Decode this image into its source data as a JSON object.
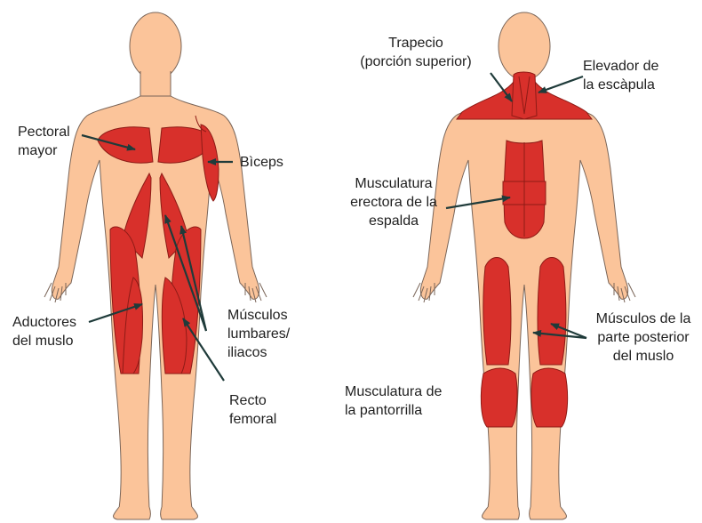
{
  "colors": {
    "skin": "#fbc49a",
    "skin_outline": "#7a6558",
    "muscle": "#d8302b",
    "muscle_dark": "#8e1b16",
    "arrow": "#1f3b3a",
    "text": "#1f1f1f"
  },
  "front": {
    "pectoral": [
      "Pectoral",
      "mayor"
    ],
    "biceps": [
      "Bìceps"
    ],
    "aductores": [
      "Aductores",
      "del muslo"
    ],
    "lumbares": [
      "Músculos",
      "lumbares/",
      "iliacos"
    ],
    "recto": [
      "Recto",
      "femoral"
    ]
  },
  "back": {
    "trapecio": [
      "Trapecio",
      "(porción superior)"
    ],
    "elevador": [
      "Elevador de",
      "la escàpula"
    ],
    "erectora": [
      "Musculatura",
      "erectora de la",
      "espalda"
    ],
    "posterior": [
      "Músculos de la",
      "parte posterior",
      "del muslo"
    ],
    "pantorrilla": [
      "Musculatura de",
      "la pantorrilla"
    ]
  }
}
